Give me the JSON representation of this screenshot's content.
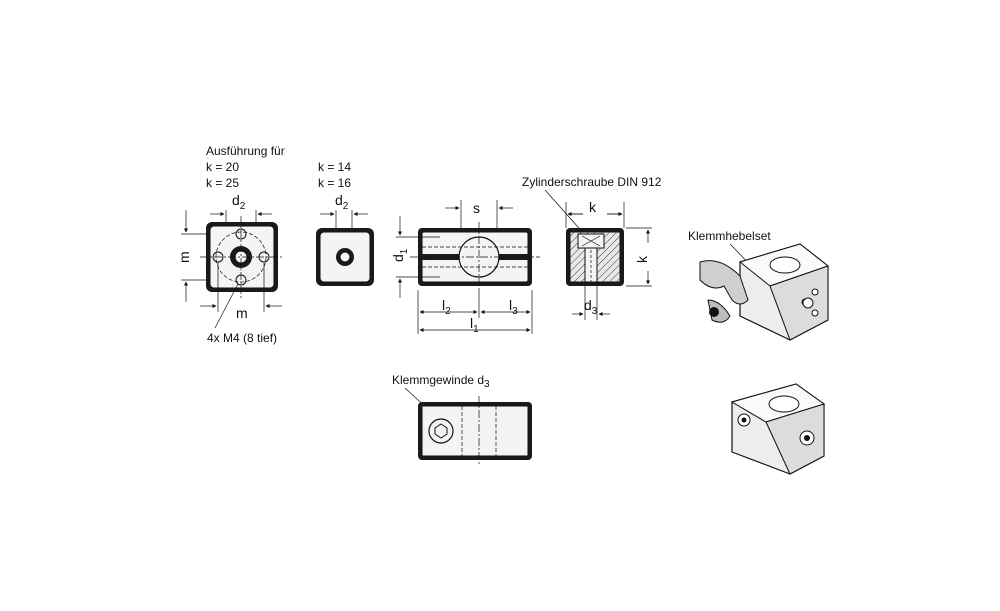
{
  "variant_a": {
    "line1": "Ausführung für",
    "line2": "k = 20",
    "line3": "k = 25"
  },
  "variant_b": {
    "line1": "k = 14",
    "line2": "k = 16"
  },
  "dims": {
    "d": "d",
    "m": "m",
    "s": "s",
    "k": "k",
    "l": "l",
    "sub1": "1",
    "sub2": "2",
    "sub3": "3"
  },
  "labels": {
    "thread": "4x M4 (8 tief)",
    "screw": "Zylinderschraube DIN 912",
    "lever_set": "Klemmhebelset",
    "clamp_thread": "Klemmgewinde d",
    "clamp_thread_sub": "3"
  }
}
